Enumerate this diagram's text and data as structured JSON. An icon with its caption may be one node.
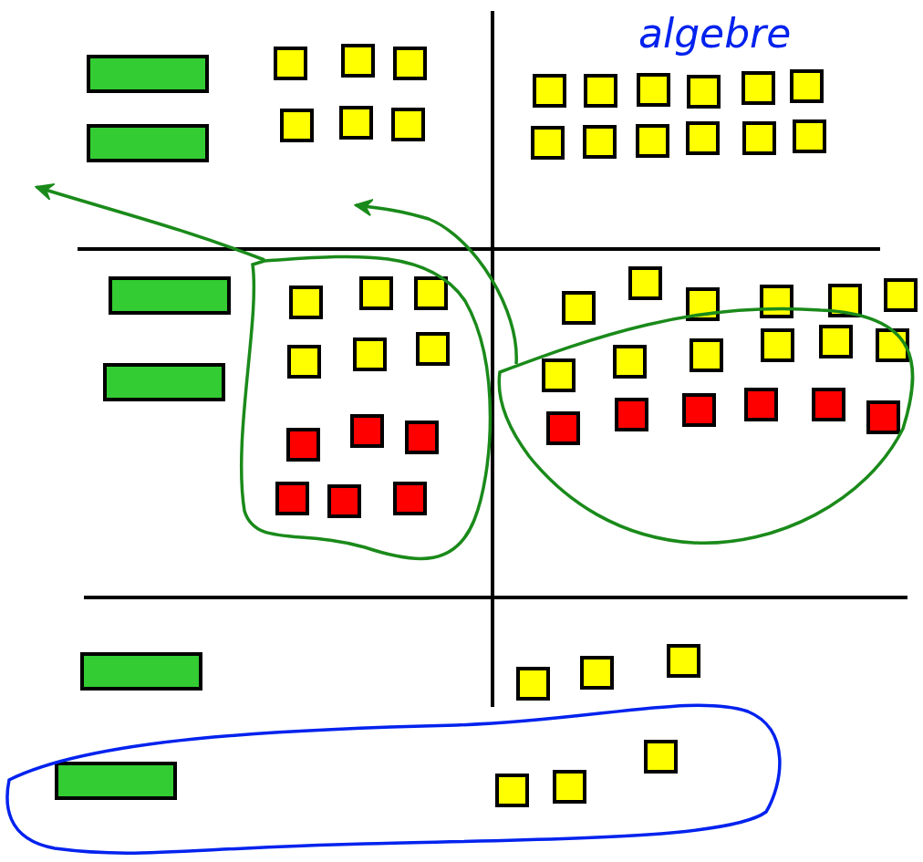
{
  "diagram": {
    "nodes": [
      {
        "text": [],
        "shape": "loop"
      },
      {
        "text": [],
        "shape": "loop"
      },
      {
        "text": [],
        "shape": "loop"
      }
    ],
    "edges": [
      {
        "from": 0,
        "to": null,
        "arrow": "to"
      },
      {
        "from": 1,
        "to": null,
        "arrow": "to"
      }
    ],
    "labels": [
      "algebre"
    ]
  }
}
